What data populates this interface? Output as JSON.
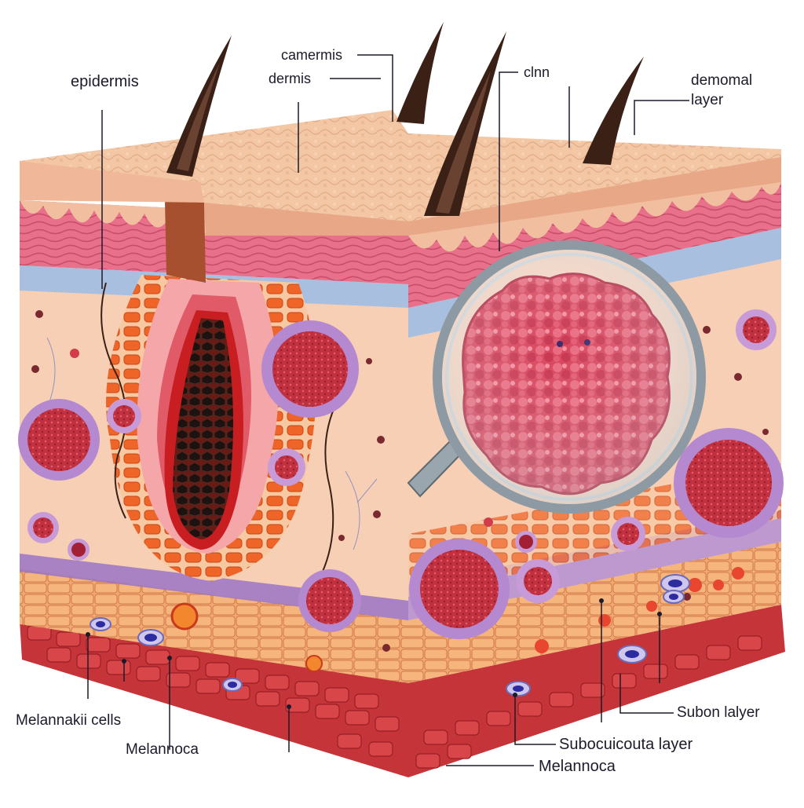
{
  "colors": {
    "skin_top": "#f2c4a2",
    "epidermis_pink": "#e0607a",
    "blue_band": "#a9bfe0",
    "dermis_peach": "#f7d3bc",
    "cell_purple": "#b589cf",
    "cell_red": "#b8283e",
    "fat_orange": "#ef6a2c",
    "base_red": "#c8323a",
    "hair": "#3b2016",
    "lens_ring": "#8d9aa3",
    "label_text": "#1b1b2a"
  },
  "labels": {
    "epidermis": "epidermis",
    "camermis": "camermis",
    "dermis": "dermis",
    "clnn": "clnn",
    "demomal_line1": "demomal",
    "demomal_line2": "layer",
    "melanakii": "Melannakii cells",
    "melanoca_left": "Melannoca",
    "subon": "Subon lalyer",
    "subocuicouta": "Subocuicouta layer",
    "melanoca_bottom": "Melannoca"
  },
  "icons": {
    "magnifier": "magnifying-glass-icon",
    "hair": "hair-shaft-icon"
  }
}
